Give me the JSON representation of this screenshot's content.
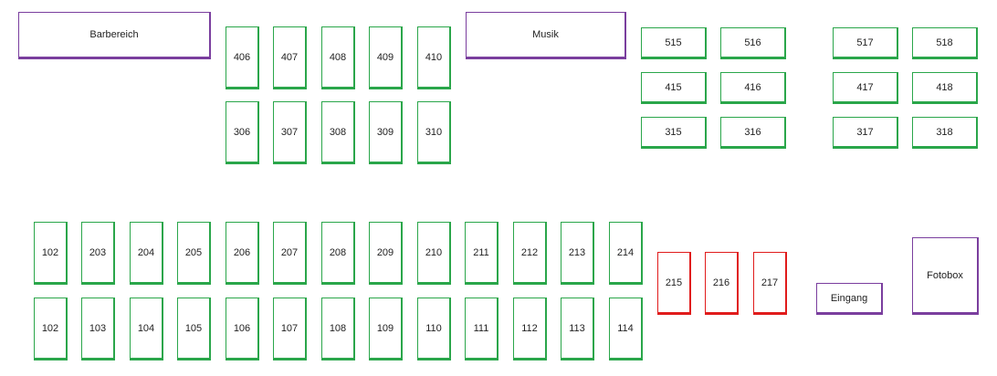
{
  "areas": {
    "barbereich": "Barbereich",
    "musik": "Musik",
    "eingang": "Eingang",
    "fotobox": "Fotobox"
  },
  "tables": {
    "t406": "406",
    "t407": "407",
    "t408": "408",
    "t409": "409",
    "t410": "410",
    "t306": "306",
    "t307": "307",
    "t308": "308",
    "t309": "309",
    "t310": "310",
    "t515": "515",
    "t516": "516",
    "t517": "517",
    "t518": "518",
    "t415": "415",
    "t416": "416",
    "t417": "417",
    "t418": "418",
    "t315": "315",
    "t316": "316",
    "t317": "317",
    "t318": "318",
    "row2": [
      "102",
      "203",
      "204",
      "205",
      "206",
      "207",
      "208",
      "209",
      "210",
      "211",
      "212",
      "213",
      "214"
    ],
    "row1": [
      "102",
      "103",
      "104",
      "105",
      "106",
      "107",
      "108",
      "109",
      "110",
      "111",
      "112",
      "113",
      "114"
    ],
    "t215": "215",
    "t216": "216",
    "t217": "217"
  },
  "colors": {
    "standard_table": "#2aa64a",
    "highlighted_table": "#e01b1b",
    "area": "#7a3e9e"
  }
}
